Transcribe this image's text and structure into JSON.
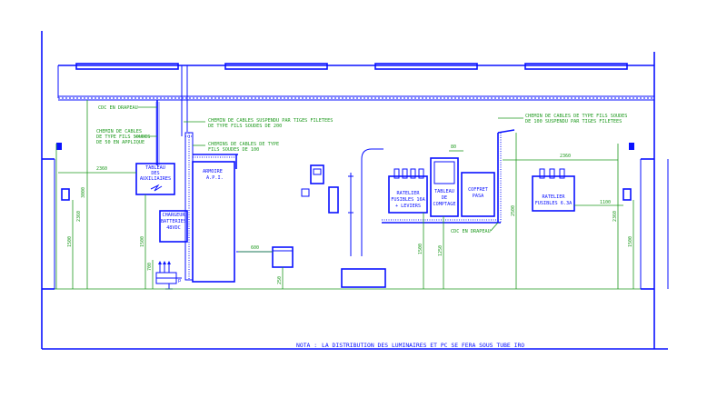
{
  "labels": {
    "cdc_drapeau_top": "CDC EN DRAPEAU",
    "chemin_applique_1": "CHEMIN DE CABLES",
    "chemin_applique_2": "DE TYPE FILS SOUDES",
    "chemin_applique_3": "DE 50 EN APPLIQUE",
    "chemin_suspendu_1": "CHEMIN DE CABLES SUSPENDU PAR TIGES FILETEES",
    "chemin_suspendu_2": "DE TYPE FILS SOUDES DE 200",
    "chemin_100_1": "CHEMINS DE CABLES DE TYPE",
    "chemin_100_2": "FILS SOUDES DE 100",
    "chemin_right_1": "CHEMIN DE CABLES DE TYPE FILS SOUDES",
    "chemin_right_2": "DE 100 SUSPENDU PAR TIGES FILETEES",
    "cdc_drapeau_mid": "CDC EN DRAPEAU",
    "tableau_aux_1": "TABLEAU",
    "tableau_aux_2": "DES",
    "tableau_aux_3": "AUXILIAIRES",
    "chargeur_1": "CHARGEUR",
    "chargeur_2": "BATTERIES",
    "chargeur_3": "48VDC",
    "armoire_1": "ARMOIRE",
    "armoire_2": "A.P.I.",
    "ratelier_16_1": "RATELIER",
    "ratelier_16_2": "FUSIBLES 16A",
    "ratelier_16_3": "+ LEVIERS",
    "tableau_comptage_1": "TABLEAU",
    "tableau_comptage_2": "DE",
    "tableau_comptage_3": "COMPTAGE",
    "coffret_1": "COFFRET",
    "coffret_2": "PASA",
    "ratelier_63_1": "RATELIER",
    "ratelier_63_2": "FUSIBLES 6.3A"
  },
  "dimensions": {
    "d_2360_left": "2360",
    "d_2360_right": "2360",
    "d_3000": "3000",
    "d_2360_vleft": "2360",
    "d_1500_vleft": "1500",
    "d_1500_aux": "1500",
    "d_700": "700",
    "d_600": "600",
    "d_250": "250",
    "d_80": "80",
    "d_1100": "1100",
    "d_1500_mid": "1500",
    "d_1250": "1250",
    "d_2500": "2500",
    "d_2360_vright": "2360",
    "d_1500_vright": "1500"
  },
  "note": {
    "prefix": "NOTA :",
    "text": "LA DISTRIBUTION DES LUMINAIRES ET PC SE FERA SOUS TUBE IRO"
  },
  "colors": {
    "lines": "#0a12ff",
    "annotations": "#1f9a1f",
    "background": "#ffffff"
  }
}
